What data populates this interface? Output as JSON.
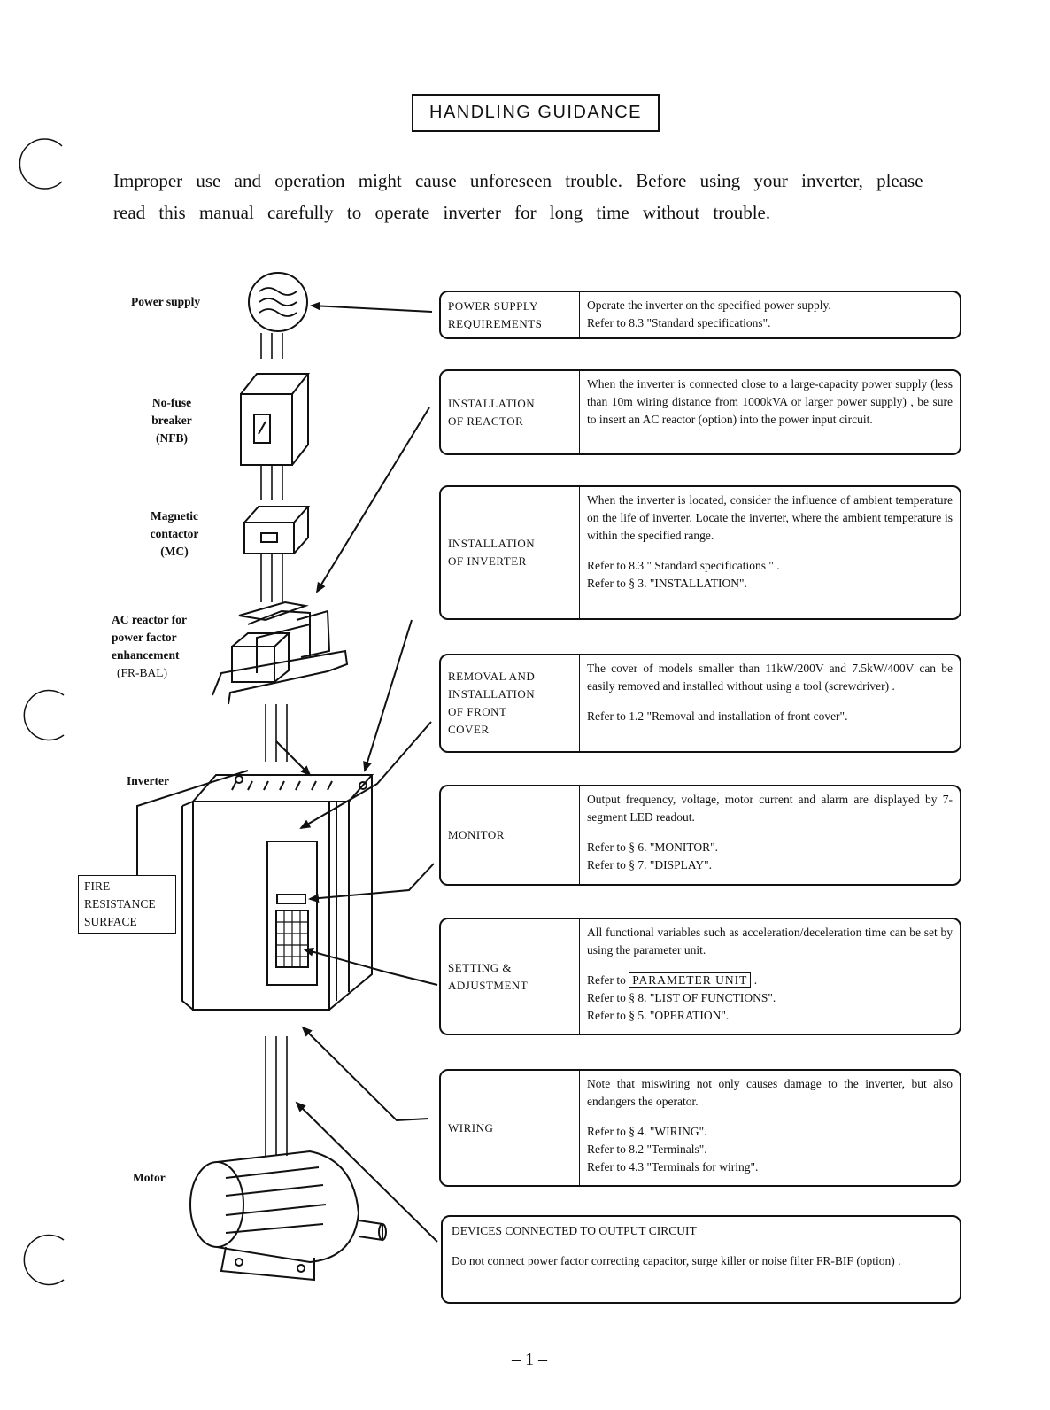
{
  "title": "HANDLING GUIDANCE",
  "intro": "Improper use and operation might cause unforeseen trouble. Before using your inverter, please read this manual carefully to operate inverter for long time without trouble.",
  "labels": {
    "power_supply": "Power supply",
    "nfb": [
      "No-fuse",
      "breaker",
      "(NFB)"
    ],
    "mc": [
      "Magnetic",
      "contactor",
      "(MC)"
    ],
    "ac_reactor": [
      "AC reactor for",
      "power factor",
      "enhancement",
      "(FR-BAL)"
    ],
    "inverter": "Inverter",
    "fire": [
      "FIRE",
      "RESISTANCE",
      "SURFACE"
    ],
    "motor": "Motor"
  },
  "boxes": {
    "power": {
      "heading": [
        "POWER SUPPLY",
        "REQUIREMENTS"
      ],
      "lines": [
        "Operate the inverter on the specified power supply.",
        "Refer to 8.3 \"Standard specifications\"."
      ]
    },
    "reactor": {
      "heading": [
        "INSTALLATION",
        "OF REACTOR"
      ],
      "text": "When the inverter is connected close to a large-capacity power supply (less than 10m wiring distance from 1000kVA or larger power supply) , be sure to insert an AC reactor (option) into the power input circuit."
    },
    "inverter": {
      "heading": [
        "INSTALLATION",
        "OF INVERTER"
      ],
      "text": "When the inverter is located, consider the influence of ambient temperature on the life of inverter. Locate the inverter, where the ambient temperature is within the specified range.",
      "refs": [
        "Refer to 8.3 \" Standard specifications \" .",
        "Refer to § 3. \"INSTALLATION\"."
      ]
    },
    "cover": {
      "heading": [
        "REMOVAL AND",
        "INSTALLATION",
        "OF FRONT",
        "COVER"
      ],
      "text": "The cover of models smaller than 11kW/200V and 7.5kW/400V can be easily removed and installed without using a tool (screwdriver) .",
      "refs": [
        "Refer to 1.2 \"Removal and installation of front cover\"."
      ]
    },
    "monitor": {
      "heading": [
        "MONITOR"
      ],
      "text": "Output frequency, voltage, motor current and alarm are displayed by 7-segment LED readout.",
      "refs": [
        "Refer to § 6. \"MONITOR\".",
        "Refer to § 7. \"DISPLAY\"."
      ]
    },
    "setting": {
      "heading": [
        "SETTING &",
        "ADJUSTMENT"
      ],
      "text": "All functional variables such as acceleration/deceleration time can be set by using the parameter unit.",
      "ref1_prefix": "Refer to",
      "ref1_boxed": "PARAMETER UNIT",
      "ref1_suffix": ".",
      "refs": [
        "Refer to § 8. \"LIST OF FUNCTIONS\".",
        "Refer to § 5. \"OPERATION\"."
      ]
    },
    "wiring": {
      "heading": [
        "WIRING"
      ],
      "text": "Note that miswiring not only causes damage to the inverter, but also endangers the operator.",
      "refs": [
        "Refer to § 4. \"WIRING\".",
        "Refer to 8.2 \"Terminals\".",
        "Refer to 4.3 \"Terminals for wiring\"."
      ]
    },
    "devices": {
      "heading": "DEVICES CONNECTED TO OUTPUT CIRCUIT",
      "text": "Do not connect power factor correcting capacitor, surge killer or noise filter FR-BIF (option) ."
    }
  },
  "page_number": "– 1 –"
}
